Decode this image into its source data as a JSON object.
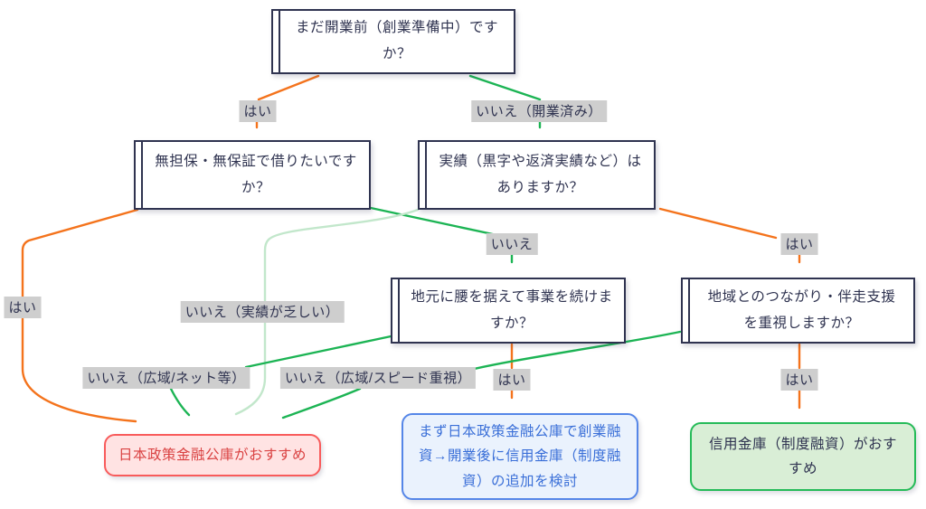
{
  "colors": {
    "node_border": "#2f3350",
    "node_text": "#2f3350",
    "orange": "#f4731c",
    "green": "#1cb454",
    "pale_green": "#c2e7cb",
    "label_bg": "#cecece",
    "jfc_bg": "#ffe3e3",
    "jfc_border": "#f85b5b",
    "jfc_text": "#da4343",
    "combo_bg": "#eaf2fd",
    "combo_border": "#5586e8",
    "combo_text": "#3a6fd8",
    "shinkin_bg": "#d9eed6",
    "shinkin_border": "#25bb58"
  },
  "nodes": {
    "start": "まだ開業前（創業準備中）ですか？",
    "unsecured": "無担保・無保証で借りたいですか？",
    "track_record": "実績（黒字や返済実績など）はありますか？",
    "local": "地元に腰を据えて事業を続けますか？",
    "region": "地域とのつながり・伴走支援を重視しますか？",
    "jfc": "日本政策金融公庫がおすすめ",
    "combo": "まず日本政策金融公庫で創業融資→開業後に信用金庫（制度融資）の追加を検討",
    "shinkin": "信用金庫（制度融資）がおすすめ"
  },
  "edge_labels": {
    "start_yes": "はい",
    "start_no": "いいえ（開業済み）",
    "unsecured_yes": "はい",
    "unsecured_no": "いいえ",
    "track_yes": "はい",
    "track_no": "いいえ（実績が乏しい）",
    "local_yes": "はい",
    "local_no": "いいえ（広域/ネット等）",
    "region_yes": "はい",
    "region_no": "いいえ（広域/スピード重視）"
  }
}
